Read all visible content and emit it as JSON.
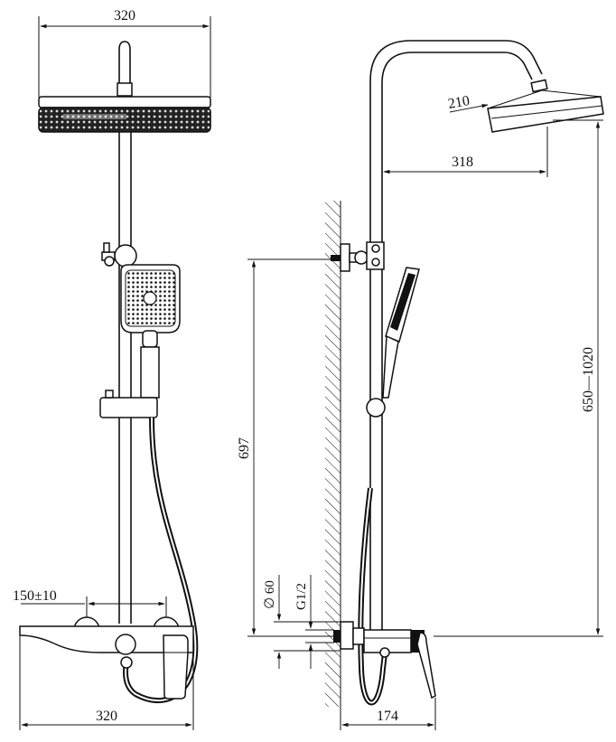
{
  "dimensions": {
    "front_top_width": "320",
    "front_bottom_width": "320",
    "valve_spacing": "150±10",
    "side_head_diameter": "210",
    "side_arm_reach": "318",
    "side_wall_to_holder": "697",
    "side_height_range": "650—1020",
    "side_pipe_diameter": "∅ 60",
    "side_thread": "G1/2",
    "side_mixer_depth": "174"
  }
}
